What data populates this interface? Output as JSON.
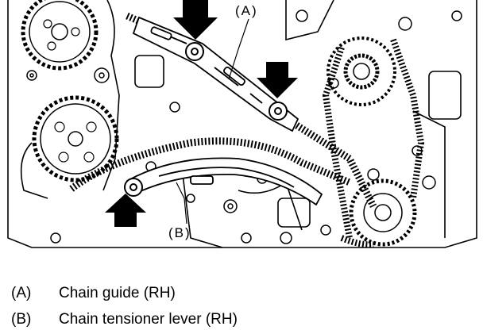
{
  "diagram": {
    "callouts": {
      "a": "(A)",
      "b": "(B)"
    },
    "legend": [
      {
        "code": "(A)",
        "label": "Chain guide (RH)"
      },
      {
        "code": "(B)",
        "label": "Chain tensioner lever (RH)"
      }
    ]
  }
}
